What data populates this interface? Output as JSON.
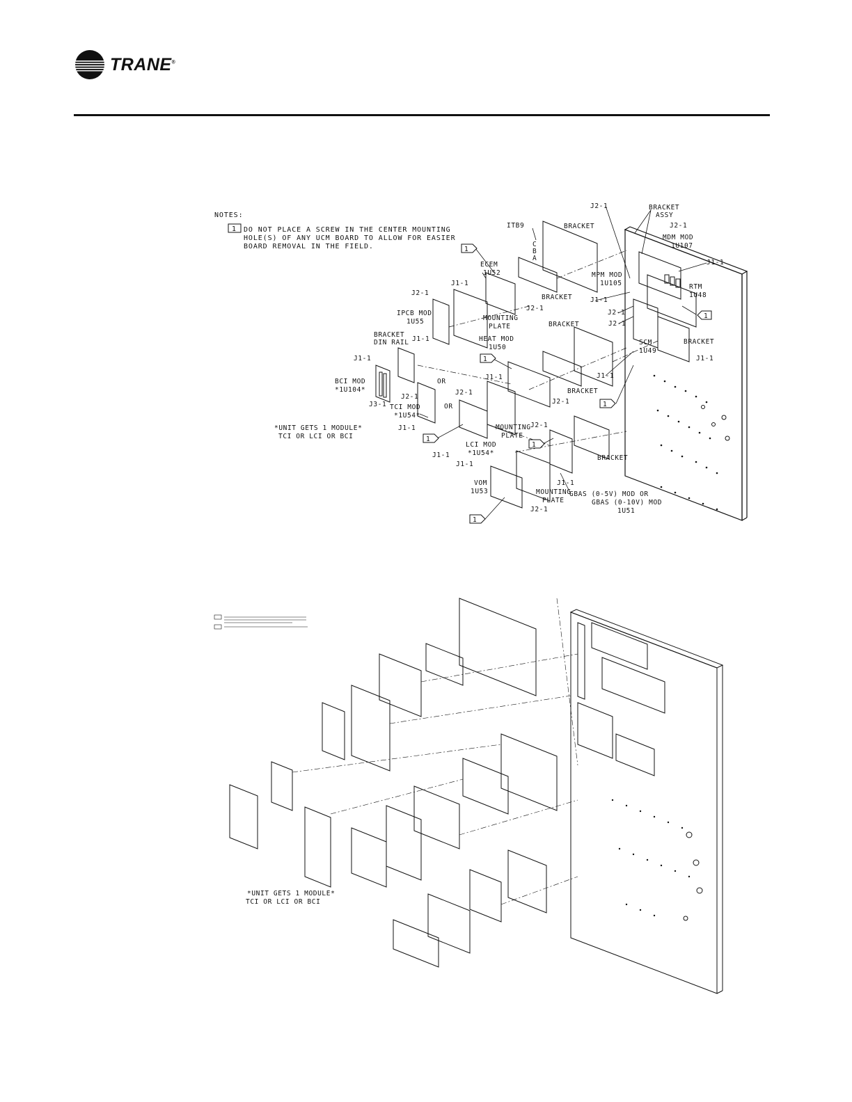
{
  "header": {
    "logo_text": "TRANE",
    "logo_mark": "trane-circle-logo"
  },
  "diagram_top": {
    "notes_title": "NOTES:",
    "note_marker": "1",
    "note_lines": [
      "DO NOT PLACE A SCREW IN THE CENTER MOUNTING",
      "HOLE(S) OF ANY UCM BOARD TO ALLOW FOR EASIER",
      "BOARD REMOVAL IN THE FIELD."
    ],
    "unit_note": [
      "*UNIT GETS 1 MODULE*",
      "TCI OR LCI OR BCI"
    ],
    "labels": {
      "itb9": "ITB9",
      "c": "C",
      "b": "B",
      "a": "A",
      "bracket": "BRACKET",
      "bracket_assy_1": "BRACKET",
      "bracket_assy_2": "ASSY",
      "mdm_mod_1": "MDM MOD",
      "mdm_mod_2": "1U107",
      "ecem_1": "ECEM",
      "ecem_2": "1U52",
      "mpm_mod_1": "MPM MOD",
      "mpm_mod_2": "1U105",
      "rtm_1": "RTM",
      "rtm_2": "1U48",
      "ipcb_1": "IPCB MOD",
      "ipcb_2": "1U55",
      "mounting_plate_1": "MOUNTING",
      "mounting_plate_2": "PLATE",
      "heat_mod_1": "HEAT MOD",
      "heat_mod_2": "1U50",
      "scm_1": "SCM",
      "scm_2": "1U49",
      "bracket_din_1": "BRACKET",
      "bracket_din_2": "DIN RAIL",
      "bci_1": "BCI MOD",
      "bci_2": "*1U104*",
      "tci_1": "TCI MOD",
      "tci_2": "*1U54*",
      "lci_1": "LCI MOD",
      "lci_2": "*1U54*",
      "vom_1": "VOM",
      "vom_2": "1U53",
      "gbas_1": "GBAS (0-5V) MOD OR",
      "gbas_2": "GBAS (0-10V) MOD",
      "gbas_3": "1U51",
      "or": "OR",
      "j1": "J1-1",
      "j2": "J2-1",
      "j3": "J3-1"
    }
  },
  "diagram_bottom": {
    "unit_note": [
      "*UNIT GETS 1 MODULE*",
      "TCI OR LCI OR BCI"
    ]
  }
}
